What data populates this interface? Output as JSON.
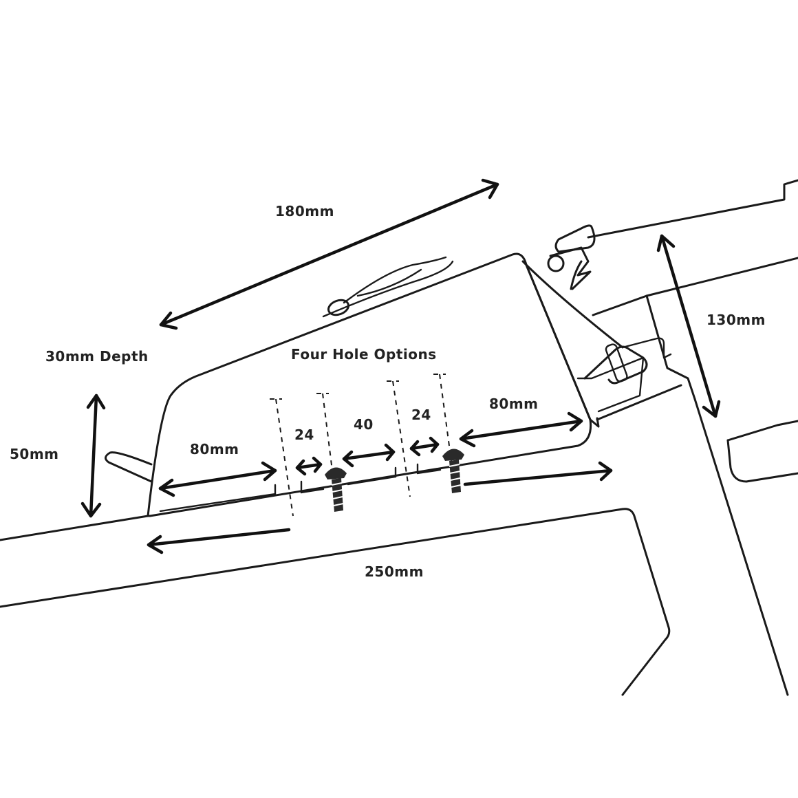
{
  "labels": {
    "length_180": "180mm",
    "depth": "30mm Depth",
    "height_50": "50mm",
    "hole_options": "Four Hole Options",
    "left_80": "80mm",
    "spacing_24_left": "24",
    "spacing_40": "40",
    "spacing_24_right": "24",
    "right_80": "80mm",
    "height_130": "130mm",
    "length_250": "250mm"
  }
}
